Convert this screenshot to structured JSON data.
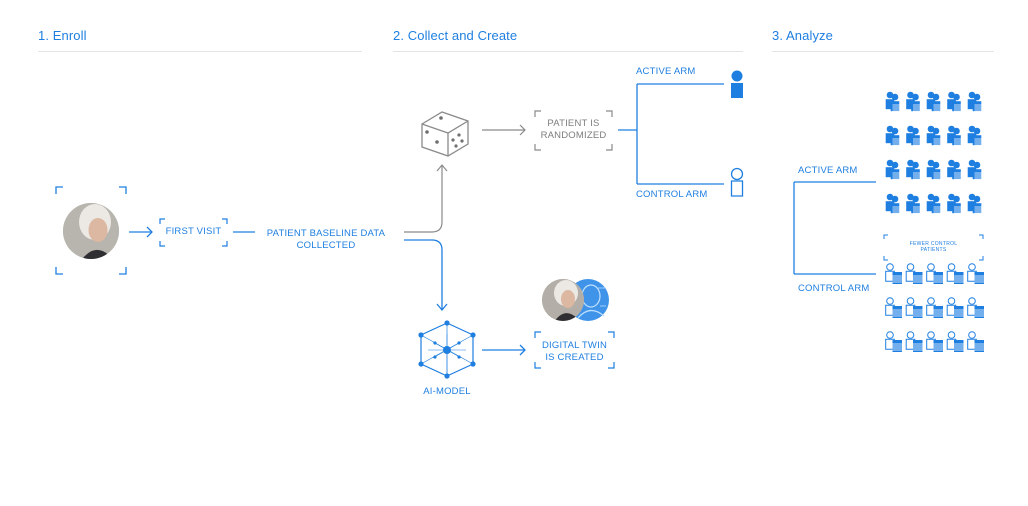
{
  "sections": {
    "enroll": "1. Enroll",
    "collect": "2. Collect and Create",
    "analyze": "3. Analyze"
  },
  "enroll": {
    "first_visit": "FIRST VISIT",
    "baseline": [
      "PATIENT BASELINE DATA",
      "COLLECTED"
    ]
  },
  "collect": {
    "randomized": [
      "PATIENT IS",
      "RANDOMIZED"
    ],
    "active_arm": "ACTIVE ARM",
    "control_arm": "CONTROL ARM",
    "ai_model": "AI-MODEL",
    "digital_twin": [
      "DIGITAL TWIN",
      "IS CREATED"
    ]
  },
  "analyze": {
    "active_arm": "ACTIVE ARM",
    "control_arm": "CONTROL ARM",
    "fewer_control": [
      "FEWER CONTROL",
      "PATIENTS"
    ],
    "active_grid": {
      "rows": 4,
      "cols": 5
    },
    "control_grid": {
      "rows": 3,
      "cols": 5
    }
  },
  "colors": {
    "accent": "#1f7fe0",
    "grey_line": "#8a8a8a",
    "grey_text": "#7d7d7d",
    "rule": "#e4e4e4"
  },
  "icons": [
    "patient-photo",
    "dice-icon",
    "person-filled-icon",
    "person-outline-icon",
    "ai-model-icon",
    "digital-twin-icon",
    "patient-stack-icon"
  ]
}
